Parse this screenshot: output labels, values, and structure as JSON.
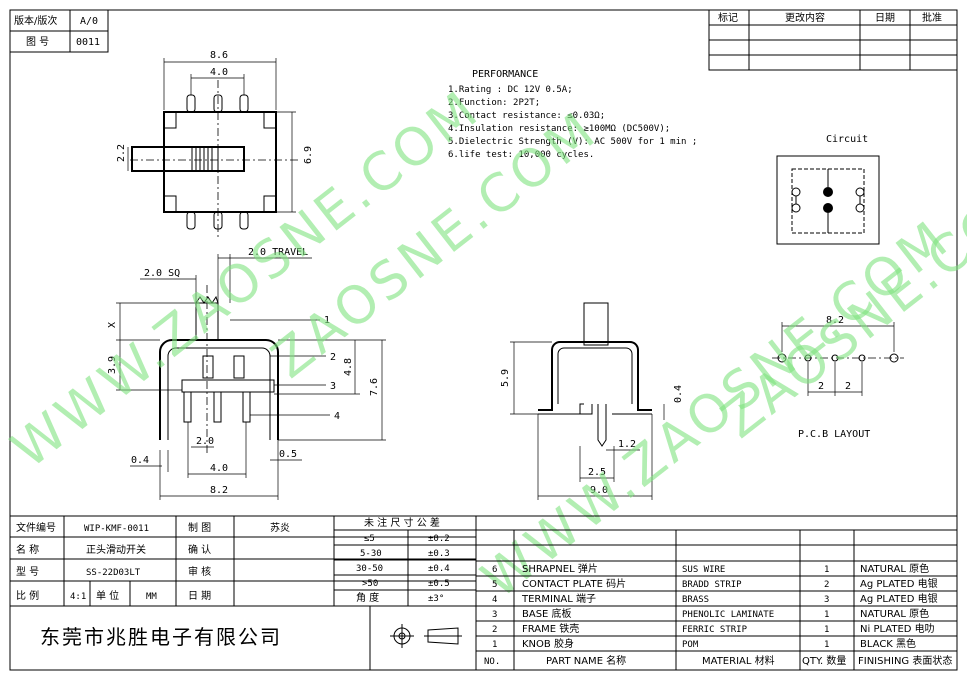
{
  "title_block": {
    "version_label": "版本/版次",
    "version_value": "A/0",
    "drawing_no_label": "图  号",
    "drawing_no_value": "0011"
  },
  "revision_table": {
    "headers": [
      "标记",
      "更改内容",
      "日期",
      "批准"
    ]
  },
  "performance": {
    "title": "PERFORMANCE",
    "lines": [
      "1.Rating : DC 12V 0.5A;",
      "2.Function: 2P2T;",
      "3.Contact resistance: ≤0.03Ω;",
      "4.Insulation resistance: ≥100MΩ (DC500V);",
      "5.Dielectric Strength (V): AC 500V for 1 min ;",
      "6.life test: 10,000 cycles."
    ]
  },
  "circuit": {
    "label": "Circuit"
  },
  "pcb_layout": {
    "label": "P.C.B LAYOUT",
    "dim_total": "8.2",
    "dim_pitch_a": "2",
    "dim_pitch_b": "2"
  },
  "top_view": {
    "dim_width": "8.6",
    "dim_pin_span": "4.0",
    "dim_knob": "2.2",
    "dim_height": "6.9"
  },
  "front_view": {
    "dim_sq": "2.0 SQ",
    "dim_travel": "2.0 TRAVEL",
    "dim_x": "X",
    "dim_39": "3.9",
    "dim_48": "4.8",
    "dim_76": "7.6",
    "dim_20": "2.0",
    "dim_04": "0.4",
    "dim_40": "4.0",
    "dim_05": "0.5",
    "dim_82": "8.2",
    "callouts": [
      "1",
      "2",
      "3",
      "4"
    ]
  },
  "side_view": {
    "dim_59": "5.9",
    "dim_04": "0.4",
    "dim_12": "1.2",
    "dim_25": "2.5",
    "dim_90": "9.0"
  },
  "watermarks": [
    "WWW.ZAOSNE.COM",
    "ZAOSNE.COM",
    "WWW.ZAOSNE.COM",
    "ZAOSNE.COM"
  ],
  "info_block": {
    "rows": [
      {
        "label": "文件编号",
        "value": "WIP-KMF-0011",
        "role": "制  图",
        "person": "苏炎"
      },
      {
        "label": "名  称",
        "value": "正头滑动开关",
        "role": "确  认",
        "person": ""
      },
      {
        "label": "型  号",
        "value": "SS-22D03LT",
        "role": "审  核",
        "person": ""
      },
      {
        "label": "比  例",
        "value": "4:1",
        "unit_label": "单 位",
        "unit_value": "MM",
        "role": "日  期",
        "person": ""
      }
    ],
    "company": "东莞市兆胜电子有限公司"
  },
  "tolerance": {
    "title": "未 注 尺 寸 公 差",
    "rows": [
      {
        "range": "≤5",
        "tol": "±0.2"
      },
      {
        "range": "5-30",
        "tol": "±0.3"
      },
      {
        "range": "30-50",
        "tol": "±0.4"
      },
      {
        "range": ">50",
        "tol": "±0.5"
      },
      {
        "range": "角  度",
        "tol": "±3°"
      }
    ]
  },
  "bom": {
    "headers": {
      "no": "NO.",
      "part": "PART  NAME  名称",
      "material": "MATERIAL 材料",
      "qty": "QTY. 数量",
      "finish": "FINISHING 表面状态"
    },
    "rows": [
      {
        "no": "6",
        "part": "SHRAPNEL  弹片",
        "material": "SUS WIRE",
        "qty": "1",
        "finish": "NATURAL 原色"
      },
      {
        "no": "5",
        "part": "CONTACT PLATE  码片",
        "material": "BRADD STRIP",
        "qty": "2",
        "finish": "Ag PLATED  电银"
      },
      {
        "no": "4",
        "part": "TERMINAL  端子",
        "material": "BRASS",
        "qty": "3",
        "finish": "Ag PLATED  电银"
      },
      {
        "no": "3",
        "part": "BASE  底板",
        "material": "PHENOLIC LAMINATE",
        "qty": "1",
        "finish": "NATURAL 原色"
      },
      {
        "no": "2",
        "part": "FRAME  铁壳",
        "material": "FERRIC STRIP",
        "qty": "1",
        "finish": "Ni PLATED  电叻"
      },
      {
        "no": "1",
        "part": "KNOB  胶身",
        "material": "POM",
        "qty": "1",
        "finish": "BLACK 黑色"
      }
    ]
  }
}
